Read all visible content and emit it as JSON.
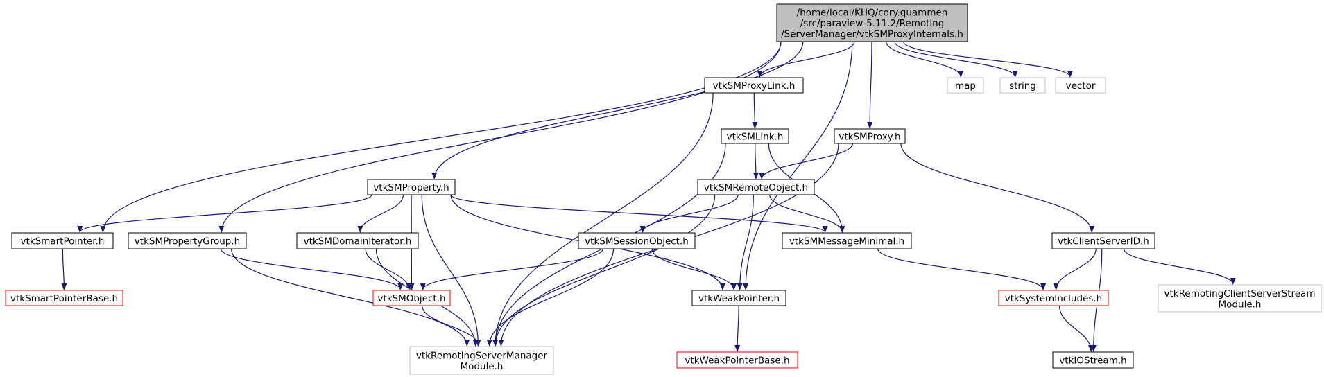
{
  "colors": {
    "edge": "#191970",
    "root_fill": "#bfbfbf",
    "border_normal": "#000000",
    "border_truncated": "#ff0000",
    "border_external": "#bfbfbf"
  },
  "nodes": [
    {
      "id": "root",
      "lines": [
        "/home/local/KHQ/cory.quammen",
        "/src/paraview-5.11.2/Remoting",
        "/ServerManager/vtkSMProxyInternals.h"
      ],
      "kind": "root"
    },
    {
      "id": "proxylink",
      "lines": [
        "vtkSMProxyLink.h"
      ],
      "kind": "normal"
    },
    {
      "id": "map",
      "lines": [
        "map"
      ],
      "kind": "external"
    },
    {
      "id": "string",
      "lines": [
        "string"
      ],
      "kind": "external"
    },
    {
      "id": "vector",
      "lines": [
        "vector"
      ],
      "kind": "external"
    },
    {
      "id": "link",
      "lines": [
        "vtkSMLink.h"
      ],
      "kind": "normal"
    },
    {
      "id": "proxy",
      "lines": [
        "vtkSMProxy.h"
      ],
      "kind": "normal"
    },
    {
      "id": "property",
      "lines": [
        "vtkSMProperty.h"
      ],
      "kind": "normal"
    },
    {
      "id": "remoteobject",
      "lines": [
        "vtkSMRemoteObject.h"
      ],
      "kind": "normal"
    },
    {
      "id": "smartpointer",
      "lines": [
        "vtkSmartPointer.h"
      ],
      "kind": "normal"
    },
    {
      "id": "propertygroup",
      "lines": [
        "vtkSMPropertyGroup.h"
      ],
      "kind": "normal"
    },
    {
      "id": "domainiterator",
      "lines": [
        "vtkSMDomainIterator.h"
      ],
      "kind": "normal"
    },
    {
      "id": "sessionobject",
      "lines": [
        "vtkSMSessionObject.h"
      ],
      "kind": "normal"
    },
    {
      "id": "messageminimal",
      "lines": [
        "vtkSMMessageMinimal.h"
      ],
      "kind": "normal"
    },
    {
      "id": "clientserverid",
      "lines": [
        "vtkClientServerID.h"
      ],
      "kind": "normal"
    },
    {
      "id": "smartpointerbase",
      "lines": [
        "vtkSmartPointerBase.h"
      ],
      "kind": "truncated"
    },
    {
      "id": "smobject",
      "lines": [
        "vtkSMObject.h"
      ],
      "kind": "truncated"
    },
    {
      "id": "weakpointer",
      "lines": [
        "vtkWeakPointer.h"
      ],
      "kind": "normal"
    },
    {
      "id": "systemincludes",
      "lines": [
        "vtkSystemIncludes.h"
      ],
      "kind": "truncated"
    },
    {
      "id": "remotingcs",
      "lines": [
        "vtkRemotingClientServerStream",
        "Module.h"
      ],
      "kind": "external"
    },
    {
      "id": "remotingsm",
      "lines": [
        "vtkRemotingServerManager",
        "Module.h"
      ],
      "kind": "external"
    },
    {
      "id": "weakpointerbase",
      "lines": [
        "vtkWeakPointerBase.h"
      ],
      "kind": "truncated"
    },
    {
      "id": "iostream",
      "lines": [
        "vtkIOStream.h"
      ],
      "kind": "normal"
    }
  ],
  "edges": [
    [
      "root",
      "proxylink"
    ],
    [
      "root",
      "map"
    ],
    [
      "root",
      "string"
    ],
    [
      "root",
      "vector"
    ],
    [
      "root",
      "proxy"
    ],
    [
      "root",
      "property"
    ],
    [
      "root",
      "smartpointer"
    ],
    [
      "root",
      "propertygroup"
    ],
    [
      "root",
      "weakpointer"
    ],
    [
      "proxylink",
      "link"
    ],
    [
      "proxylink",
      "remotingsm"
    ],
    [
      "link",
      "remoteobject"
    ],
    [
      "link",
      "messageminimal"
    ],
    [
      "link",
      "remotingsm"
    ],
    [
      "proxy",
      "remoteobject"
    ],
    [
      "proxy",
      "clientserverid"
    ],
    [
      "proxy",
      "remotingsm"
    ],
    [
      "property",
      "smartpointer"
    ],
    [
      "property",
      "domainiterator"
    ],
    [
      "property",
      "smobject"
    ],
    [
      "property",
      "messageminimal"
    ],
    [
      "property",
      "weakpointer"
    ],
    [
      "property",
      "remotingsm"
    ],
    [
      "remoteobject",
      "sessionobject"
    ],
    [
      "remoteobject",
      "messageminimal"
    ],
    [
      "remoteobject",
      "weakpointer"
    ],
    [
      "remoteobject",
      "remotingsm"
    ],
    [
      "smartpointer",
      "smartpointerbase"
    ],
    [
      "propertygroup",
      "smobject"
    ],
    [
      "propertygroup",
      "remotingsm"
    ],
    [
      "domainiterator",
      "smobject"
    ],
    [
      "domainiterator",
      "remotingsm"
    ],
    [
      "sessionobject",
      "smobject"
    ],
    [
      "sessionobject",
      "weakpointer"
    ],
    [
      "sessionobject",
      "remotingsm"
    ],
    [
      "messageminimal",
      "systemincludes"
    ],
    [
      "clientserverid",
      "systemincludes"
    ],
    [
      "clientserverid",
      "remotingcs"
    ],
    [
      "clientserverid",
      "iostream"
    ],
    [
      "smobject",
      "remotingsm"
    ],
    [
      "weakpointer",
      "weakpointerbase"
    ],
    [
      "systemincludes",
      "iostream"
    ]
  ]
}
